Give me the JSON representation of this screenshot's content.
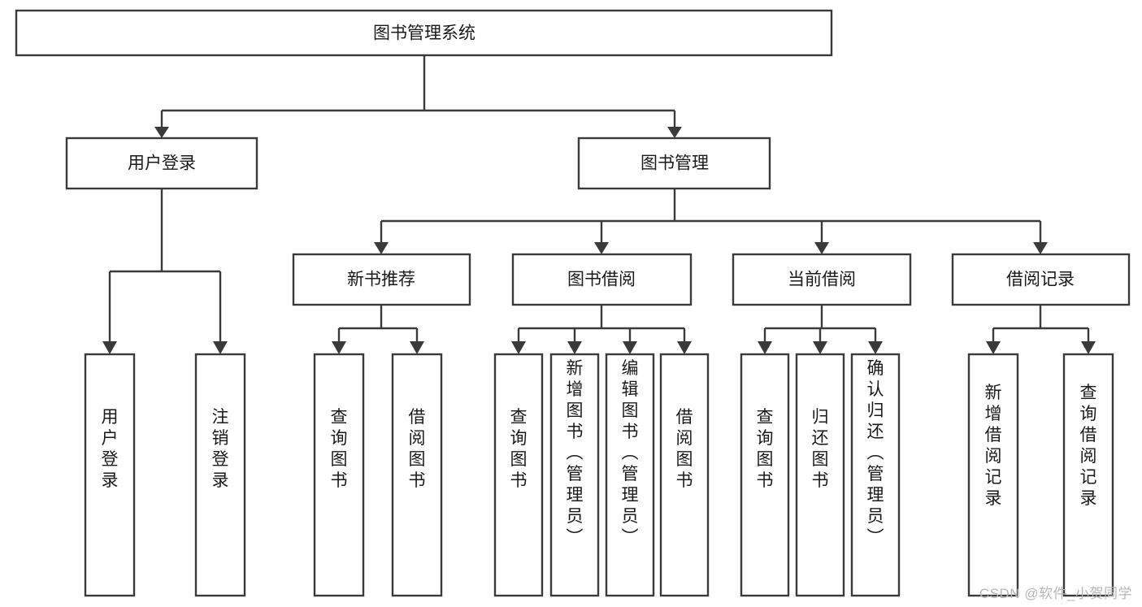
{
  "diagram": {
    "title": "图书管理系统",
    "type": "hierarchy-tree",
    "root": {
      "id": "root",
      "label": "图书管理系统",
      "orientation": "horizontal"
    },
    "level2": [
      {
        "id": "user-login",
        "label": "用户登录",
        "orientation": "horizontal"
      },
      {
        "id": "book-manage",
        "label": "图书管理",
        "orientation": "horizontal"
      }
    ],
    "level3": [
      {
        "id": "new-book-recommend",
        "label": "新书推荐",
        "parent": "book-manage",
        "orientation": "horizontal"
      },
      {
        "id": "book-borrow",
        "label": "图书借阅",
        "parent": "book-manage",
        "orientation": "horizontal"
      },
      {
        "id": "current-borrow",
        "label": "当前借阅",
        "parent": "book-manage",
        "orientation": "horizontal"
      },
      {
        "id": "borrow-record",
        "label": "借阅记录",
        "parent": "book-manage",
        "orientation": "horizontal"
      }
    ],
    "leaves": [
      {
        "id": "leaf-user-login",
        "label": "用户登录",
        "parent": "user-login",
        "orientation": "vertical"
      },
      {
        "id": "leaf-logout-login",
        "label": "注销登录",
        "parent": "user-login",
        "orientation": "vertical"
      },
      {
        "id": "leaf-query-book-1",
        "label": "查询图书",
        "parent": "new-book-recommend",
        "orientation": "vertical"
      },
      {
        "id": "leaf-borrow-book-1",
        "label": "借阅图书",
        "parent": "new-book-recommend",
        "orientation": "vertical"
      },
      {
        "id": "leaf-query-book-2",
        "label": "查询图书",
        "parent": "book-borrow",
        "orientation": "vertical"
      },
      {
        "id": "leaf-add-book",
        "label": "新增图书（管理员）",
        "parent": "book-borrow",
        "orientation": "vertical"
      },
      {
        "id": "leaf-edit-book",
        "label": "编辑图书（管理员）",
        "parent": "book-borrow",
        "orientation": "vertical"
      },
      {
        "id": "leaf-borrow-book-2",
        "label": "借阅图书",
        "parent": "book-borrow",
        "orientation": "vertical"
      },
      {
        "id": "leaf-query-book-3",
        "label": "查询图书",
        "parent": "current-borrow",
        "orientation": "vertical"
      },
      {
        "id": "leaf-return-book",
        "label": "归还图书",
        "parent": "current-borrow",
        "orientation": "vertical"
      },
      {
        "id": "leaf-confirm-return",
        "label": "确认归还（管理员）",
        "parent": "current-borrow",
        "orientation": "vertical"
      },
      {
        "id": "leaf-add-record",
        "label": "新增借阅记录",
        "parent": "borrow-record",
        "orientation": "vertical"
      },
      {
        "id": "leaf-query-record",
        "label": "查询借阅记录",
        "parent": "borrow-record",
        "orientation": "vertical"
      }
    ],
    "colors": {
      "box_stroke": "#3a3a3a",
      "box_fill": "#ffffff",
      "text": "#1a1a1a",
      "connector": "#3a3a3a",
      "watermark": "#b7b7b7",
      "background": "#ffffff"
    }
  },
  "watermark": {
    "text": "CSDN @软件_小贺同学"
  }
}
